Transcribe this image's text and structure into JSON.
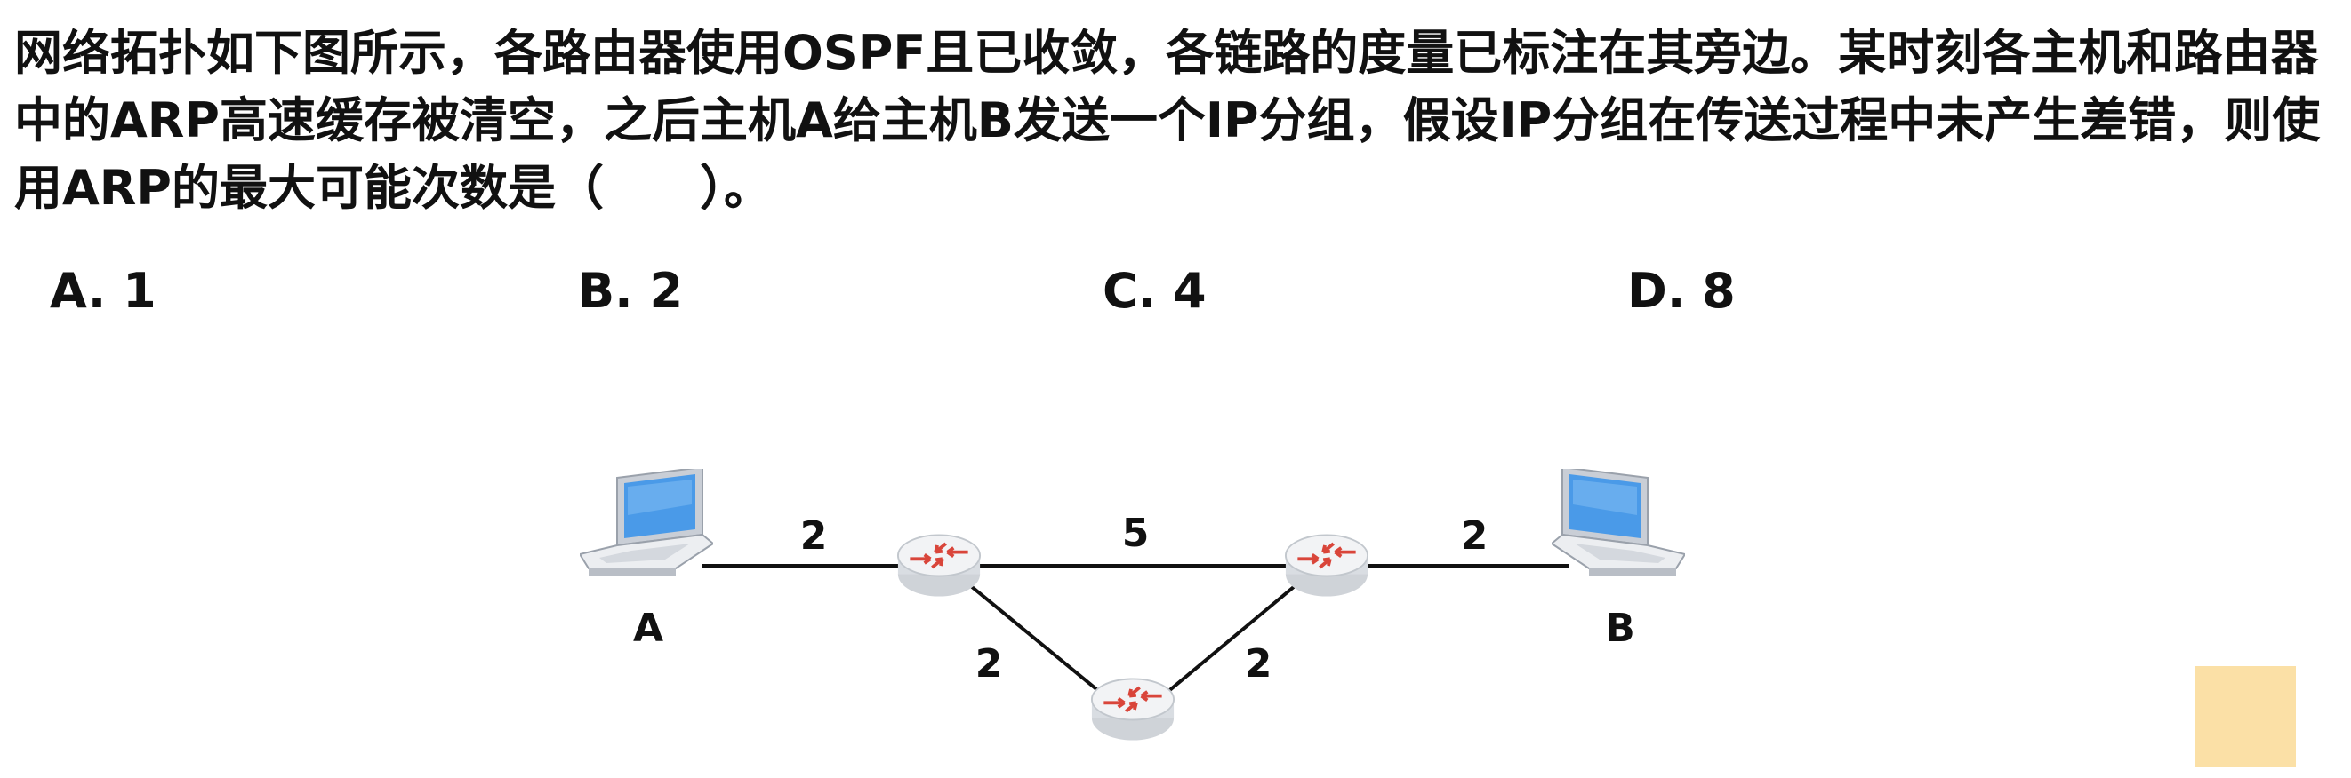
{
  "question": {
    "text": "网络拓扑如下图所示，各路由器使用OSPF且已收敛，各链路的度量已标注在其旁边。某时刻各主机和路由器中的ARP高速缓存被清空，之后主机A给主机B发送一个IP分组，假设IP分组在传送过程中未产生差错，则使用ARP的最大可能次数是（　　）。"
  },
  "options": [
    {
      "letter": "A.",
      "value": "1"
    },
    {
      "letter": "B.",
      "value": "2"
    },
    {
      "letter": "C.",
      "value": "4"
    },
    {
      "letter": "D.",
      "value": "8"
    }
  ],
  "diagram": {
    "hosts": [
      {
        "label": "A",
        "icon": "laptop-icon"
      },
      {
        "label": "B",
        "icon": "laptop-icon"
      }
    ],
    "routers": [
      {
        "icon": "router-icon"
      },
      {
        "icon": "router-icon"
      },
      {
        "icon": "router-icon"
      }
    ],
    "links": [
      {
        "from": "A",
        "to": "R1",
        "metric": "2"
      },
      {
        "from": "R1",
        "to": "R2",
        "metric": "5"
      },
      {
        "from": "R2",
        "to": "B",
        "metric": "2"
      },
      {
        "from": "R1",
        "to": "R3",
        "metric": "2"
      },
      {
        "from": "R3",
        "to": "R2",
        "metric": "2"
      }
    ]
  },
  "colors": {
    "text": "#111111",
    "laptop_screen": "#4a9ae8",
    "router_arrow": "#d9453a",
    "note_square": "#fbe0a6"
  }
}
